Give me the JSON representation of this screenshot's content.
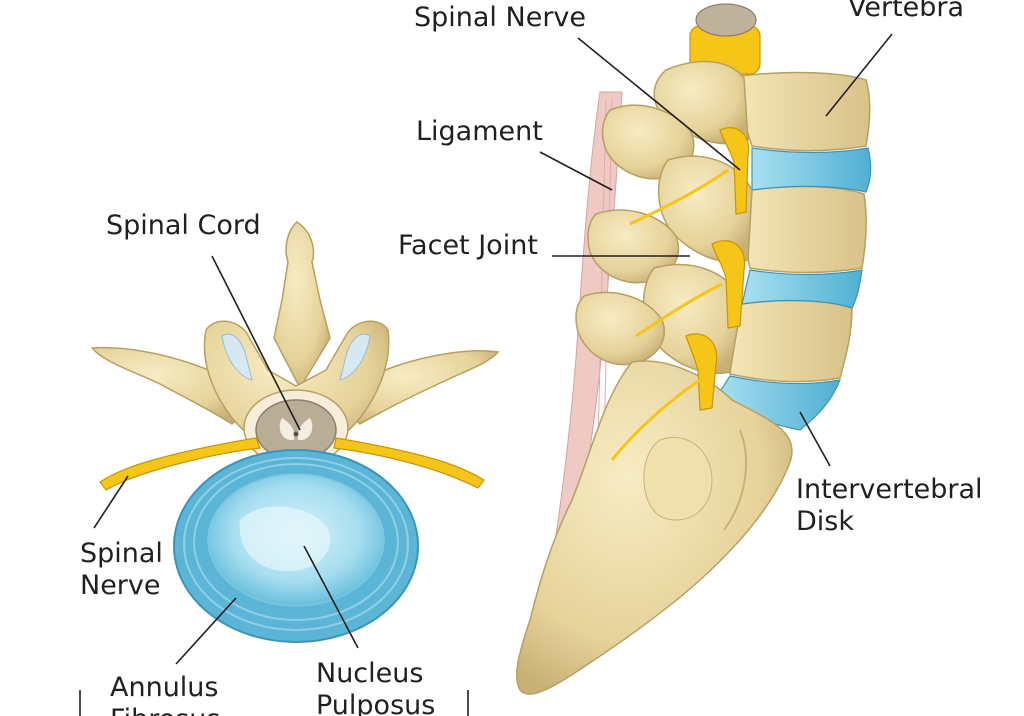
{
  "labels": {
    "spinal_nerve_top": "Spinal Nerve",
    "vertebra": "Vertebra",
    "ligament": "Ligament",
    "facet_joint": "Facet Joint",
    "spinal_cord": "Spinal Cord",
    "intervertebral_disk": [
      "Intervertebral",
      "Disk"
    ],
    "spinal_nerve_left": [
      "Spinal",
      "Nerve"
    ],
    "annulus": [
      "Annulus",
      "Fibrosus"
    ],
    "nucleus": [
      "Nucleus",
      "Pulposus"
    ]
  },
  "colors": {
    "bone": "#e9d9a2",
    "bone_shadow": "#c9b176",
    "disk": "#6cc6e0",
    "disk_light": "#b6e6f3",
    "nerve": "#f5c518",
    "ligament": "#efc9c4",
    "cord": "#b9ad98"
  }
}
